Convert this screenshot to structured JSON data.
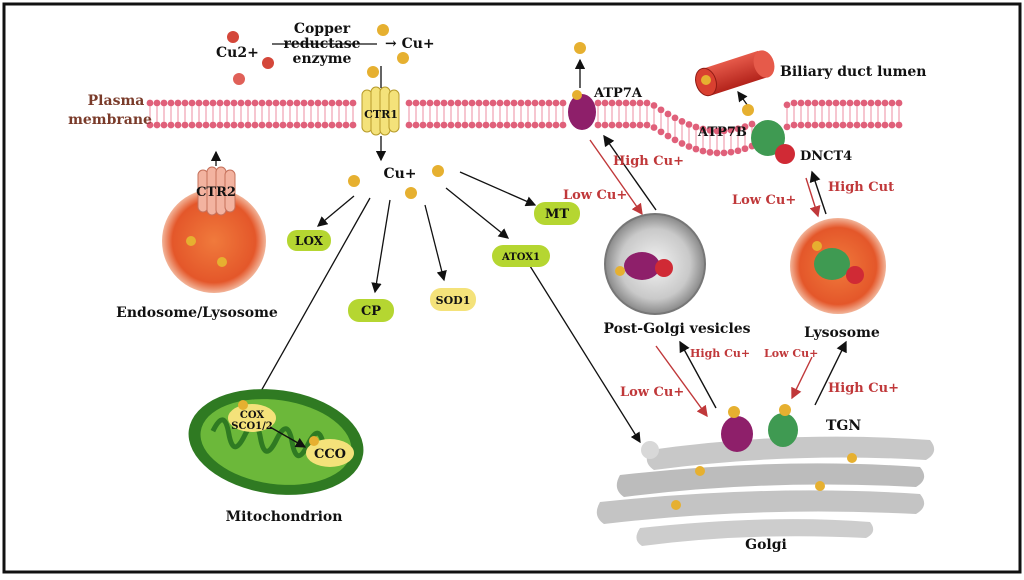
{
  "labels": {
    "copper_reductase_line1": "Copper",
    "copper_reductase_line2": "reductase",
    "copper_reductase_line3": "enzyme",
    "cu2": "Cu2+",
    "cu_plus_top": "→ Cu+",
    "plasma_line1": "Plasma",
    "plasma_line2": "membrane",
    "ctr1": "CTR1",
    "ctr2": "CTR2",
    "cu_plus_center": "Cu+",
    "lox": "LOX",
    "cp": "CP",
    "sod1": "SOD1",
    "mt": "MT",
    "atox1": "ATOX1",
    "endosome": "Endosome/Lysosome",
    "cox": "COX",
    "sco": "SCO1/2",
    "cco": "CCO",
    "mitochondrion": "Mitochondrion",
    "atp7a": "ATP7A",
    "atp7b": "ATP7B",
    "dnct4": "DNCT4",
    "biliary": "Biliary duct lumen",
    "high_cu_a": "High Cu+",
    "low_cu_a": "Low Cu+",
    "high_cut_b": "High Cut",
    "low_cu_b": "Low Cu+",
    "post_golgi": "Post-Golgi vesicles",
    "lysosome": "Lysosome",
    "high_cu_pg": "High Cu+",
    "low_cu_pg": "Low Cu+",
    "low_cu_ly": "Low Cu+",
    "high_cu_ly": "High Cu+",
    "tgn": "TGN",
    "golgi": "Golgi"
  },
  "colors": {
    "membrane": "#e0607a",
    "copper": "#e6b030",
    "cu2": "#d4473a",
    "lime": "#b5d631",
    "red_text": "#c0383a",
    "brown_text": "#7a3b2a",
    "atp7a": "#8e1f6a",
    "atp7b": "#3f9a52",
    "mito": "#3a8f2a",
    "golgi": "#b9b9b9",
    "orange": "#e55a2a"
  }
}
